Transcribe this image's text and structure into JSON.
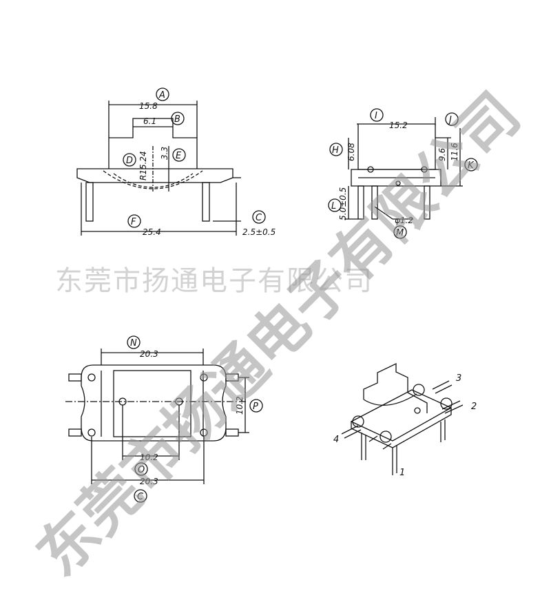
{
  "watermark": {
    "company": "东莞市扬通电子有限公司",
    "diagonal": "东莞市扬通电子有限公司"
  },
  "front_view": {
    "label_A": "A",
    "dim_A": "15.8",
    "label_B": "B",
    "dim_B": "6.1",
    "label_D": "D",
    "dim_D": "R15.24",
    "label_E": "E",
    "dim_E": "3.3",
    "label_F": "F",
    "dim_F": "25.4",
    "label_C": "C",
    "dim_C": "2.5±0.5"
  },
  "side_view": {
    "label_I": "I",
    "dim_I": "15.2",
    "label_J": "J",
    "label_H": "H",
    "dim_H": "6.08",
    "label_K": "K",
    "dim_K1": "9.6",
    "dim_K2": "11.6",
    "label_L": "L",
    "dim_L": "5.0±0.5",
    "label_M": "M",
    "dim_M": "φ1.2"
  },
  "top_view": {
    "label_N": "N",
    "dim_N": "20.3",
    "label_P": "P",
    "dim_P": "10.2",
    "label_O": "O",
    "dim_O": "10.2",
    "label_C": "C",
    "dim_C": "20.3"
  },
  "iso_view": {
    "pin_1": "1",
    "pin_2": "2",
    "pin_3": "3",
    "pin_4": "4"
  }
}
